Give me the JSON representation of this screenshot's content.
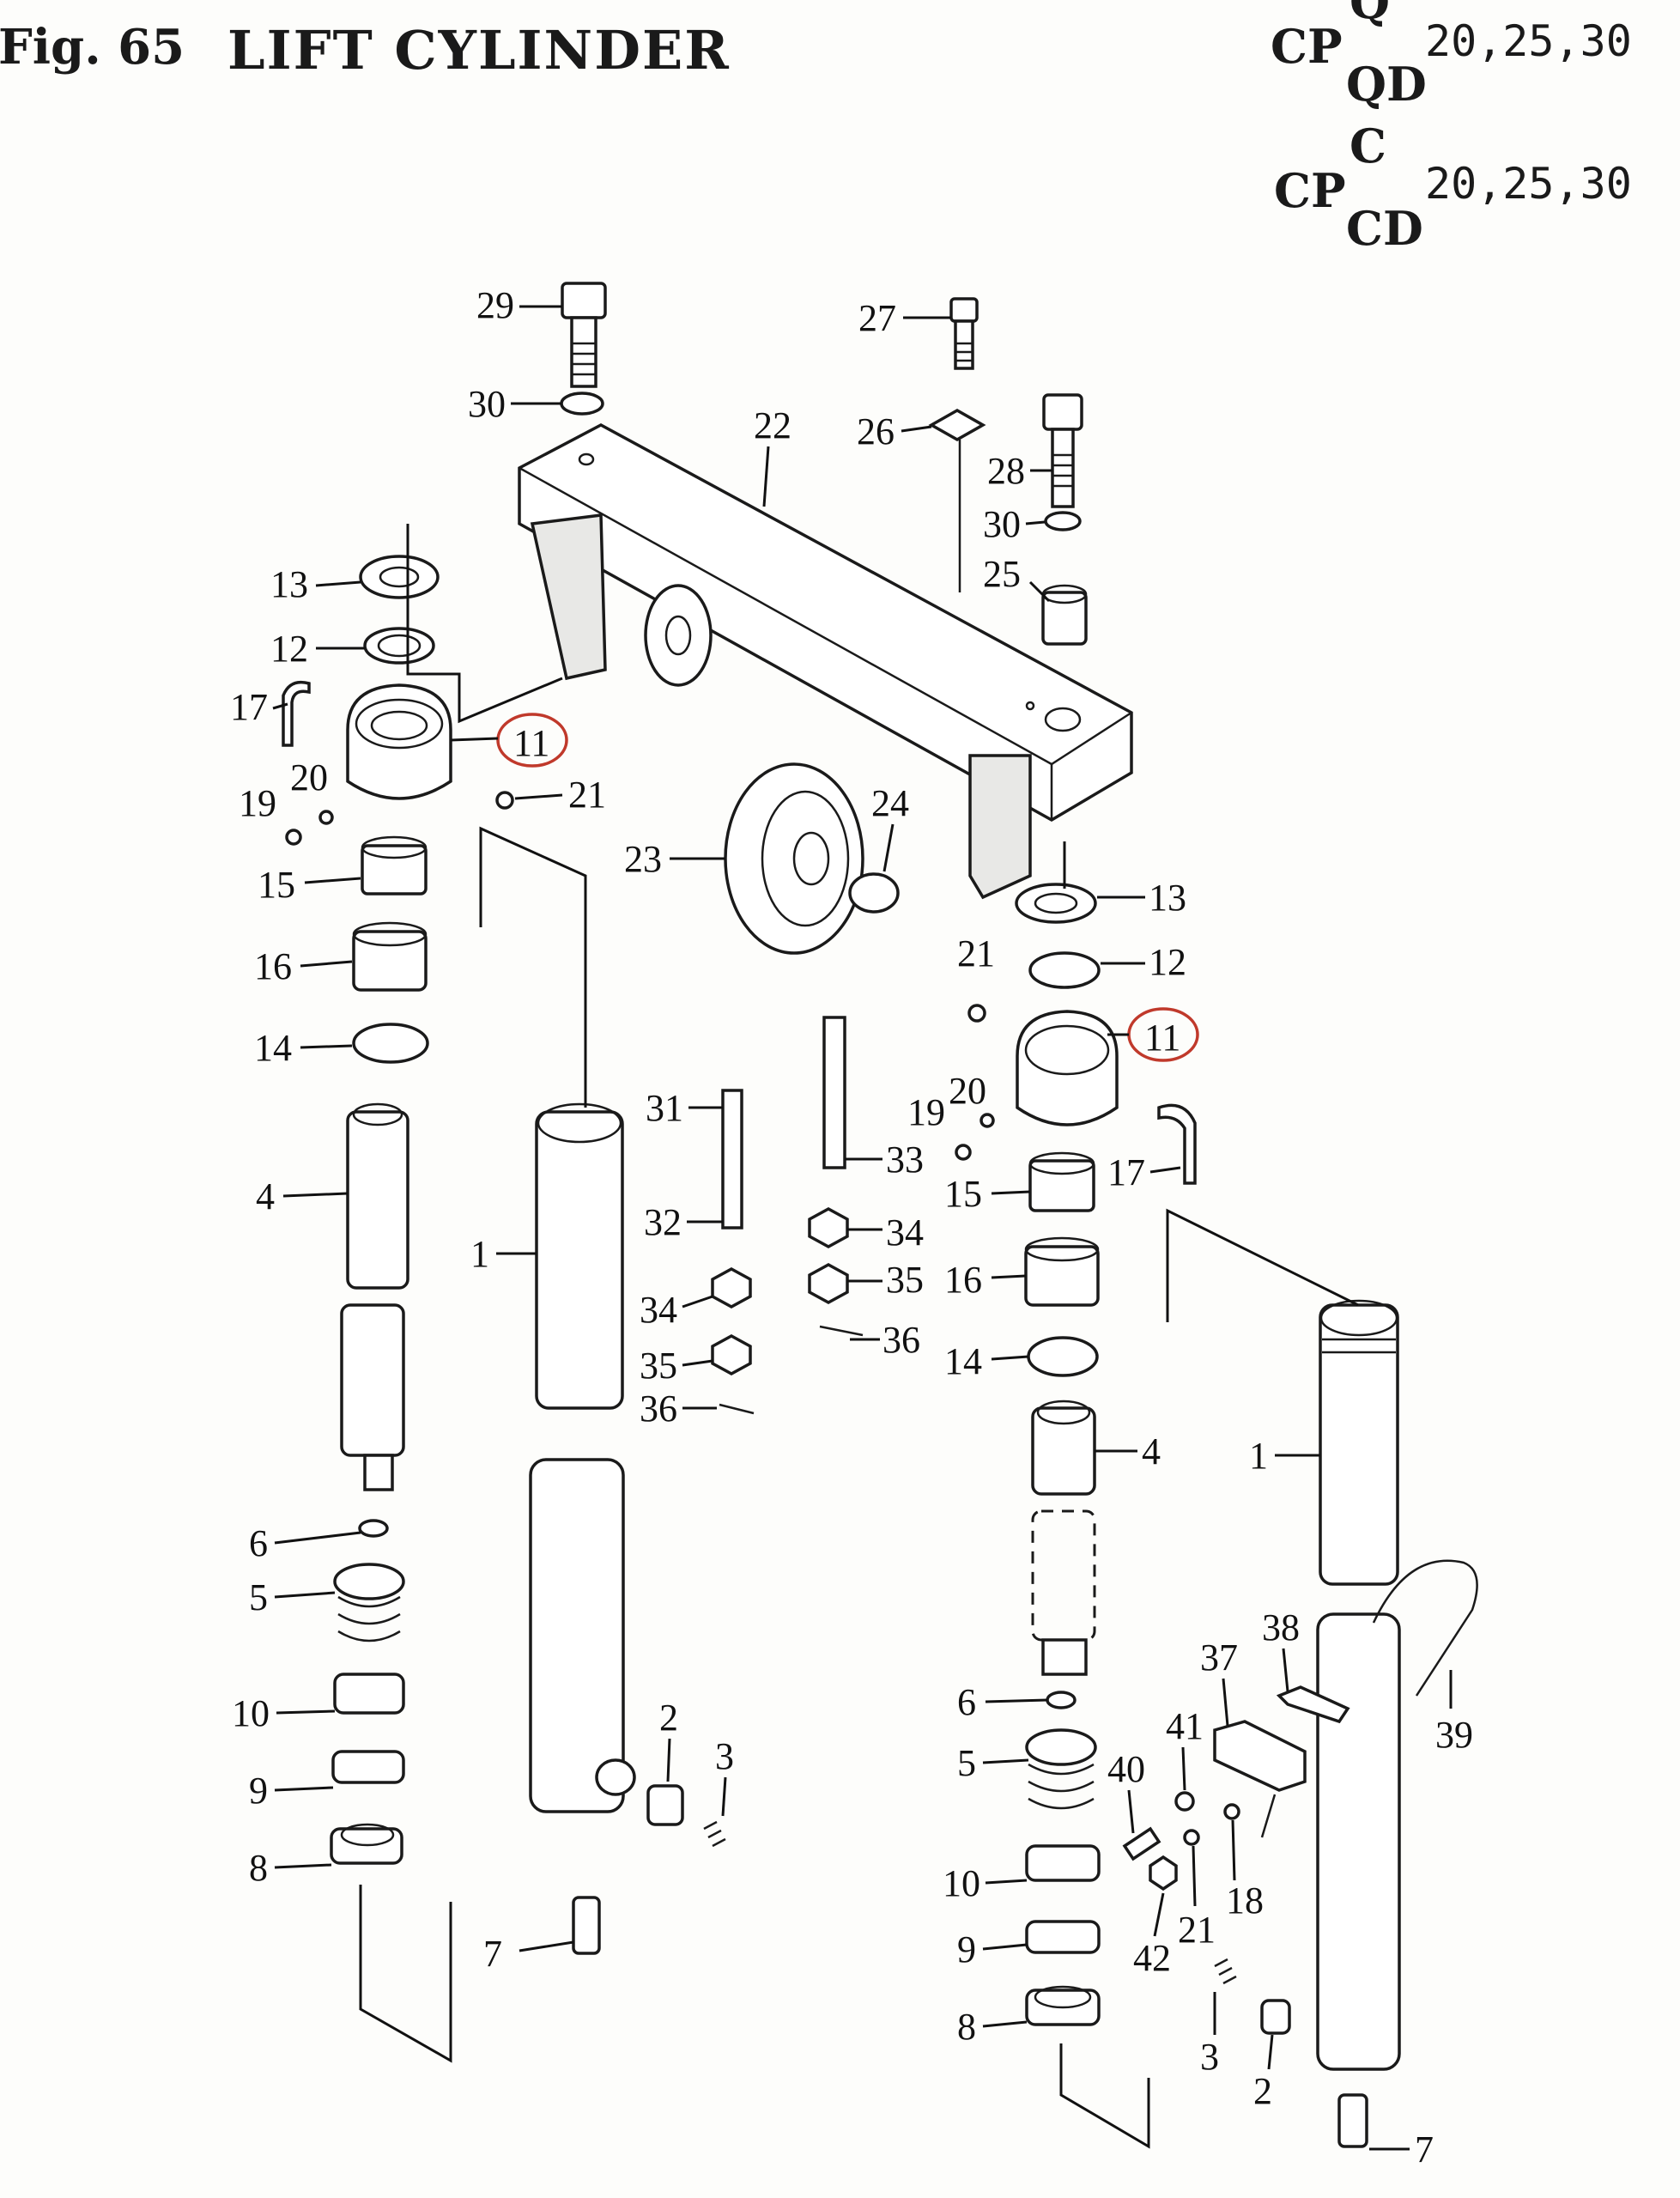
{
  "header": {
    "fig_label": "Fig. 65",
    "title": "LIFT CYLINDER",
    "models": [
      {
        "prefix": "CP",
        "sup": "Q",
        "sub": "QD",
        "numbers": "20,25,30"
      },
      {
        "prefix": "CP",
        "sup": "C",
        "sub": "CD",
        "numbers": "20,25,30"
      }
    ]
  },
  "callouts": [
    {
      "id": "29",
      "side": "left"
    },
    {
      "id": "30",
      "side": "left"
    },
    {
      "id": "22",
      "side": "left"
    },
    {
      "id": "27",
      "side": "left"
    },
    {
      "id": "26",
      "side": "left"
    },
    {
      "id": "28",
      "side": "left"
    },
    {
      "id": "30",
      "side": "left"
    },
    {
      "id": "25",
      "side": "left"
    },
    {
      "id": "13",
      "side": "left"
    },
    {
      "id": "12",
      "side": "left"
    },
    {
      "id": "17",
      "side": "left"
    },
    {
      "id": "11",
      "side": "right"
    },
    {
      "id": "20",
      "side": "left"
    },
    {
      "id": "19",
      "side": "left"
    },
    {
      "id": "21",
      "side": "right"
    },
    {
      "id": "15",
      "side": "left"
    },
    {
      "id": "16",
      "side": "left"
    },
    {
      "id": "14",
      "side": "left"
    },
    {
      "id": "4",
      "side": "left"
    },
    {
      "id": "1",
      "side": "left"
    },
    {
      "id": "23",
      "side": "left"
    },
    {
      "id": "24",
      "side": "right"
    },
    {
      "id": "31",
      "side": "left"
    },
    {
      "id": "32",
      "side": "left"
    },
    {
      "id": "33",
      "side": "right"
    },
    {
      "id": "34",
      "side": "right"
    },
    {
      "id": "35",
      "side": "right"
    },
    {
      "id": "36",
      "side": "right"
    },
    {
      "id": "34",
      "side": "left"
    },
    {
      "id": "35",
      "side": "left"
    },
    {
      "id": "36",
      "side": "left"
    },
    {
      "id": "13",
      "side": "right"
    },
    {
      "id": "12",
      "side": "right"
    },
    {
      "id": "21",
      "side": "left"
    },
    {
      "id": "11",
      "side": "right"
    },
    {
      "id": "20",
      "side": "left"
    },
    {
      "id": "19",
      "side": "left"
    },
    {
      "id": "17",
      "side": "right"
    },
    {
      "id": "15",
      "side": "left"
    },
    {
      "id": "16",
      "side": "left"
    },
    {
      "id": "14",
      "side": "left"
    },
    {
      "id": "4",
      "side": "right"
    },
    {
      "id": "1",
      "side": "left"
    },
    {
      "id": "6",
      "side": "left"
    },
    {
      "id": "5",
      "side": "left"
    },
    {
      "id": "10",
      "side": "left"
    },
    {
      "id": "9",
      "side": "left"
    },
    {
      "id": "8",
      "side": "left"
    },
    {
      "id": "2",
      "side": "left"
    },
    {
      "id": "3",
      "side": "left"
    },
    {
      "id": "7",
      "side": "left"
    },
    {
      "id": "38",
      "side": "left"
    },
    {
      "id": "37",
      "side": "left"
    },
    {
      "id": "39",
      "side": "right"
    },
    {
      "id": "40",
      "side": "left"
    },
    {
      "id": "41",
      "side": "left"
    },
    {
      "id": "6",
      "side": "left"
    },
    {
      "id": "5",
      "side": "left"
    },
    {
      "id": "10",
      "side": "left"
    },
    {
      "id": "18",
      "side": "right"
    },
    {
      "id": "42",
      "side": "left"
    },
    {
      "id": "21",
      "side": "left"
    },
    {
      "id": "9",
      "side": "left"
    },
    {
      "id": "8",
      "side": "left"
    },
    {
      "id": "3",
      "side": "left"
    },
    {
      "id": "2",
      "side": "left"
    },
    {
      "id": "7",
      "side": "right"
    }
  ]
}
